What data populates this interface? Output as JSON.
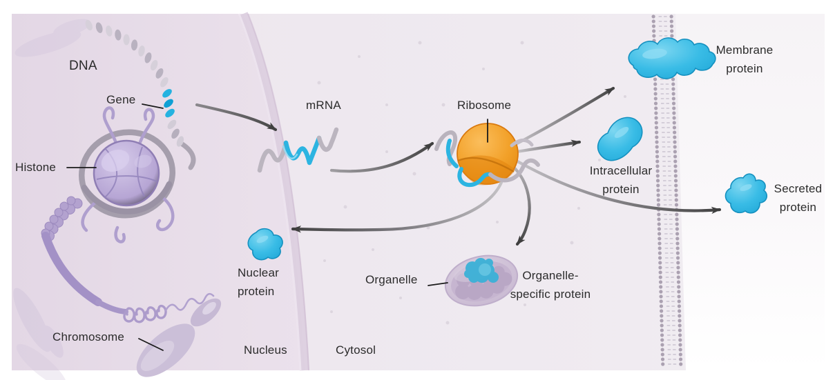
{
  "figure": {
    "title": "Gene expression and protein destinations diagram",
    "labels": {
      "dna": "DNA",
      "gene": "Gene",
      "histone": "Histone",
      "chromosome": "Chromosome",
      "mrna": "mRNA",
      "ribosome": "Ribosome",
      "membrane_protein": "Membrane\nprotein",
      "intracellular_protein": "Intracellular\nprotein",
      "secreted_protein": "Secreted\nprotein",
      "nuclear_protein": "Nuclear\nprotein",
      "organelle": "Organelle",
      "organelle_specific_protein": "Organelle-\nspecific protein",
      "nucleus": "Nucleus",
      "cytosol": "Cytosol"
    },
    "colors": {
      "protein_cyan": "#2FB5E2",
      "protein_cyan_dark": "#1590BF",
      "protein_cyan_light": "#8FDCF4",
      "ribosome_orange": "#F2A028",
      "ribosome_orange_dark": "#D97B0E",
      "histone_purple": "#B4A3D2",
      "chromosome_purple": "#CBBFD8",
      "nucleus_bg": "#E6DCE8",
      "cytosol_bg": "#EFEAF0",
      "membrane_dot": "#ABA1B1",
      "arrow_dark": "#3F3F3F",
      "arrow_light": "#C7C4C9",
      "label_text": "#2B2B2B"
    }
  }
}
